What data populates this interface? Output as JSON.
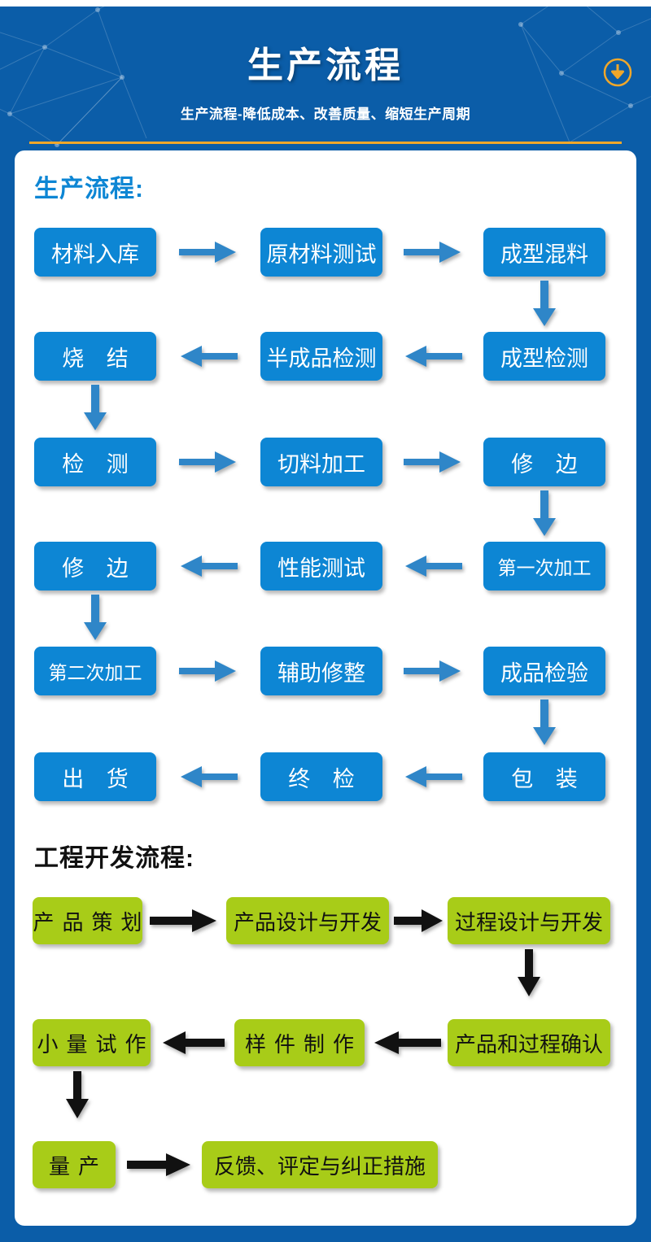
{
  "header": {
    "title": "生产流程",
    "subtitle": "生产流程-降低成本、改善质量、缩短生产周期",
    "download_icon": "download-circle-icon",
    "bg_color": "#0b5da8",
    "accent_color": "#f0a72a"
  },
  "sections": [
    {
      "id": "production",
      "title": "生产流程:",
      "title_color": "#0d86d4",
      "node_color": "#0d86d4",
      "node_text_color": "#ffffff",
      "arrow_color": "#2f86c8",
      "rows": [
        [
          "材料入库",
          "原材料测试",
          "成型混料"
        ],
        [
          "烧 结",
          "半成品检测",
          "成型检测"
        ],
        [
          "检 测",
          "切料加工",
          "修 边"
        ],
        [
          "修 边",
          "性能测试",
          "第一次加工"
        ],
        [
          "第二次加工",
          "辅助修整",
          "成品检验"
        ],
        [
          "出 货",
          "终 检",
          "包 装"
        ]
      ],
      "sequence": [
        "材料入库",
        "原材料测试",
        "成型混料",
        "成型检测",
        "半成品检测",
        "烧 结",
        "检 测",
        "切料加工",
        "修 边",
        "第一次加工",
        "性能测试",
        "修 边",
        "第二次加工",
        "辅助修整",
        "成品检验",
        "包 装",
        "终 检",
        "出 货"
      ]
    },
    {
      "id": "engineering",
      "title": "工程开发流程:",
      "title_color": "#111111",
      "node_color": "#a8cc18",
      "node_text_color": "#111111",
      "arrow_color": "#111111",
      "rows": [
        [
          "产品策划",
          "产品设计与开发",
          "过程设计与开发"
        ],
        [
          "小量试作",
          "样件制作",
          "产品和过程确认"
        ],
        [
          "量产",
          "反馈、评定与纠正措施"
        ]
      ],
      "sequence": [
        "产品策划",
        "产品设计与开发",
        "过程设计与开发",
        "产品和过程确认",
        "样件制作",
        "小量试作",
        "量产",
        "反馈、评定与纠正措施"
      ]
    }
  ]
}
